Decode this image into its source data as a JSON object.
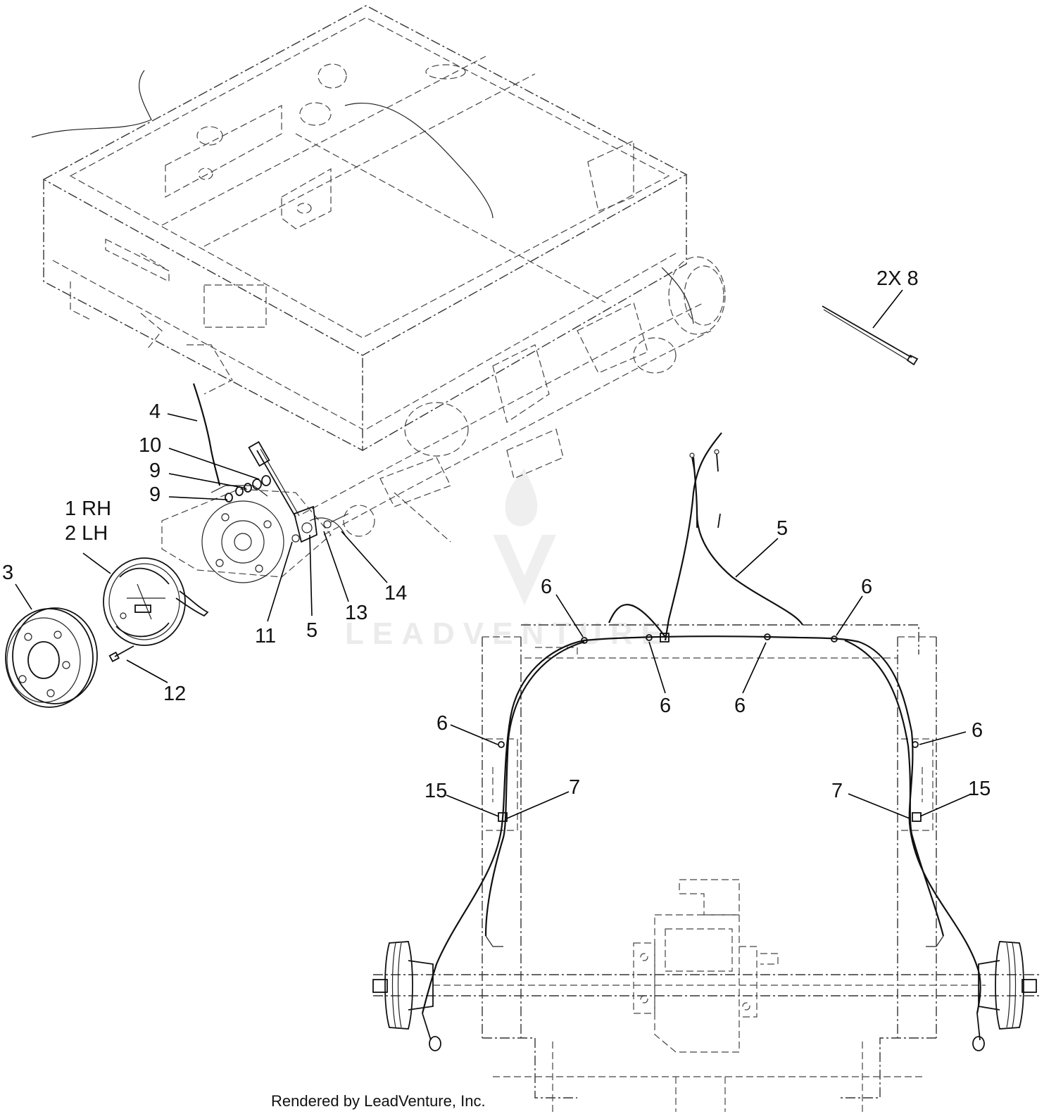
{
  "callouts": {
    "c_2x8": "2X 8",
    "c_4": "4",
    "c_10": "10",
    "c_9a": "9",
    "c_9b": "9",
    "c_1": "1 RH",
    "c_2": "2 LH",
    "c_3": "3",
    "c_11": "11",
    "c_5a": "5",
    "c_13": "13",
    "c_14": "14",
    "c_12": "12",
    "c_5b": "5",
    "c_6a": "6",
    "c_6b": "6",
    "c_6c": "6",
    "c_6d": "6",
    "c_6e": "6",
    "c_6f": "6",
    "c_15a": "15",
    "c_7a": "7",
    "c_7b": "7",
    "c_15b": "15"
  },
  "watermark": {
    "text": "LEADVENTURE"
  },
  "footer": {
    "text": "Rendered by LeadVenture, Inc."
  }
}
